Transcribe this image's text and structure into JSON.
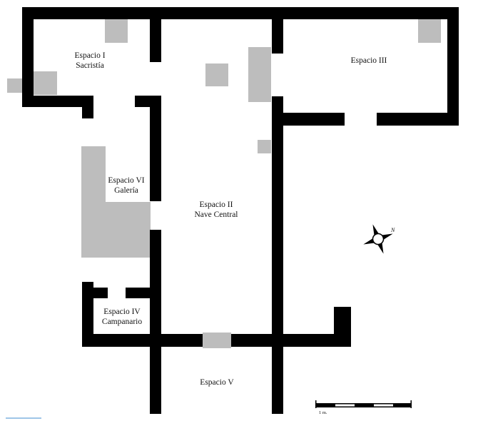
{
  "rooms": {
    "space_1": {
      "line1": "Espacio I",
      "line2": "Sacristía"
    },
    "space_2": {
      "line1": "Espacio II",
      "line2": "Nave Central"
    },
    "space_3": {
      "line1": "Espacio III"
    },
    "space_4": {
      "line1": "Espacio IV",
      "line2": "Campanario"
    },
    "space_5": {
      "line1": "Espacio V"
    },
    "space_6": {
      "line1": "Espacio VI",
      "line2": "Galería"
    }
  },
  "scale_bar": {
    "label": "1 m."
  },
  "compass": {
    "north_letter": "N"
  },
  "colors": {
    "wall": "#000000",
    "feature": "#bdbdbd",
    "background": "#ffffff",
    "accent_rule": "#9fc6e8"
  }
}
